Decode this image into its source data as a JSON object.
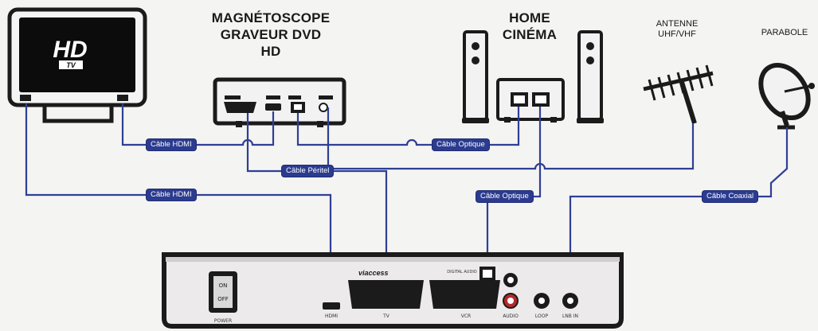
{
  "devices": {
    "tv": {
      "logo_main": "HD",
      "logo_sub": "TV"
    },
    "recorder": {
      "title_line1": "MAGNÉTOSCOPE",
      "title_line2": "GRAVEUR DVD HD"
    },
    "home_cinema": {
      "title_line1": "HOME",
      "title_line2": "CINÉMA"
    },
    "antenna": {
      "title_line1": "ANTENNE",
      "title_line2": "UHF/VHF"
    },
    "dish": {
      "title": "PARABOLE"
    },
    "receiver": {
      "brand": "viaccess",
      "switch_on": "ON",
      "switch_off": "OFF",
      "ports": {
        "power": "POWER",
        "hdmi": "HDMI",
        "tv": "TV",
        "vcr": "VCR",
        "optical": "DIGITAL AUDIO",
        "audio": "AUDIO",
        "loop": "LOOP",
        "lnb_in": "LNB IN"
      }
    }
  },
  "cables": {
    "hdmi_top": "Câble HDMI",
    "hdmi_bottom": "Câble HDMI",
    "peritel": "Câble Péritel",
    "optique_top": "Câble Optique",
    "optique_bottom": "Câble Optique",
    "coaxial": "Câble Coaxial"
  },
  "colors": {
    "cable_line": "#2f3f95",
    "label_bg": "#2b3b8f",
    "device_body": "#f2f2f2",
    "device_outline": "#222222"
  }
}
